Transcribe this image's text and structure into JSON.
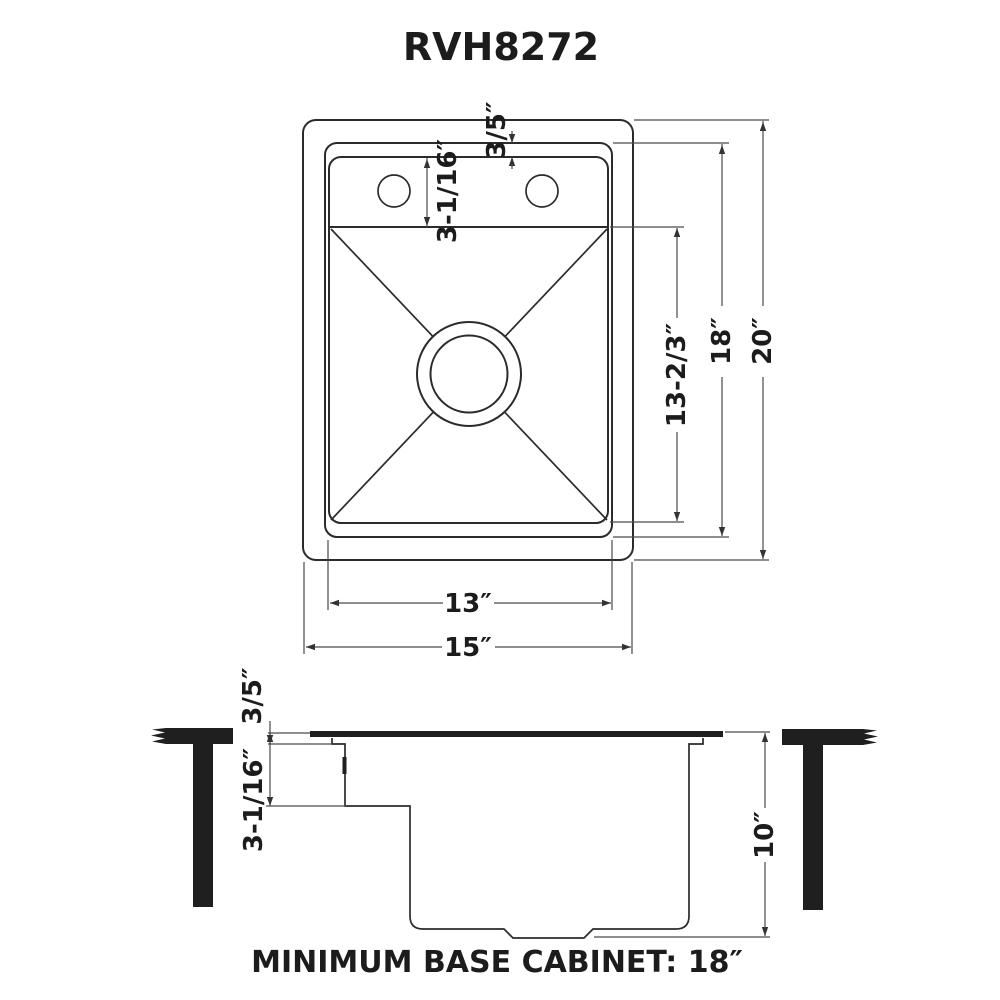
{
  "title": "RVH8272",
  "colors": {
    "line": "#2b2b2b",
    "dimension": "#4a4a4a",
    "text": "#1c1c1c",
    "background": "#ffffff"
  },
  "top_view": {
    "flange_width": "3/5″",
    "deck_depth": "3-1/16″",
    "bowl_length": "13-2/3″",
    "inner_length": "18″",
    "overall_length": "20″",
    "bowl_width": "13″",
    "overall_width": "15″"
  },
  "side_view": {
    "rim_height": "3/5″",
    "deck_depth": "3-1/16″",
    "overall_depth": "10″",
    "caption": "MINIMUM BASE CABINET: 18″"
  }
}
